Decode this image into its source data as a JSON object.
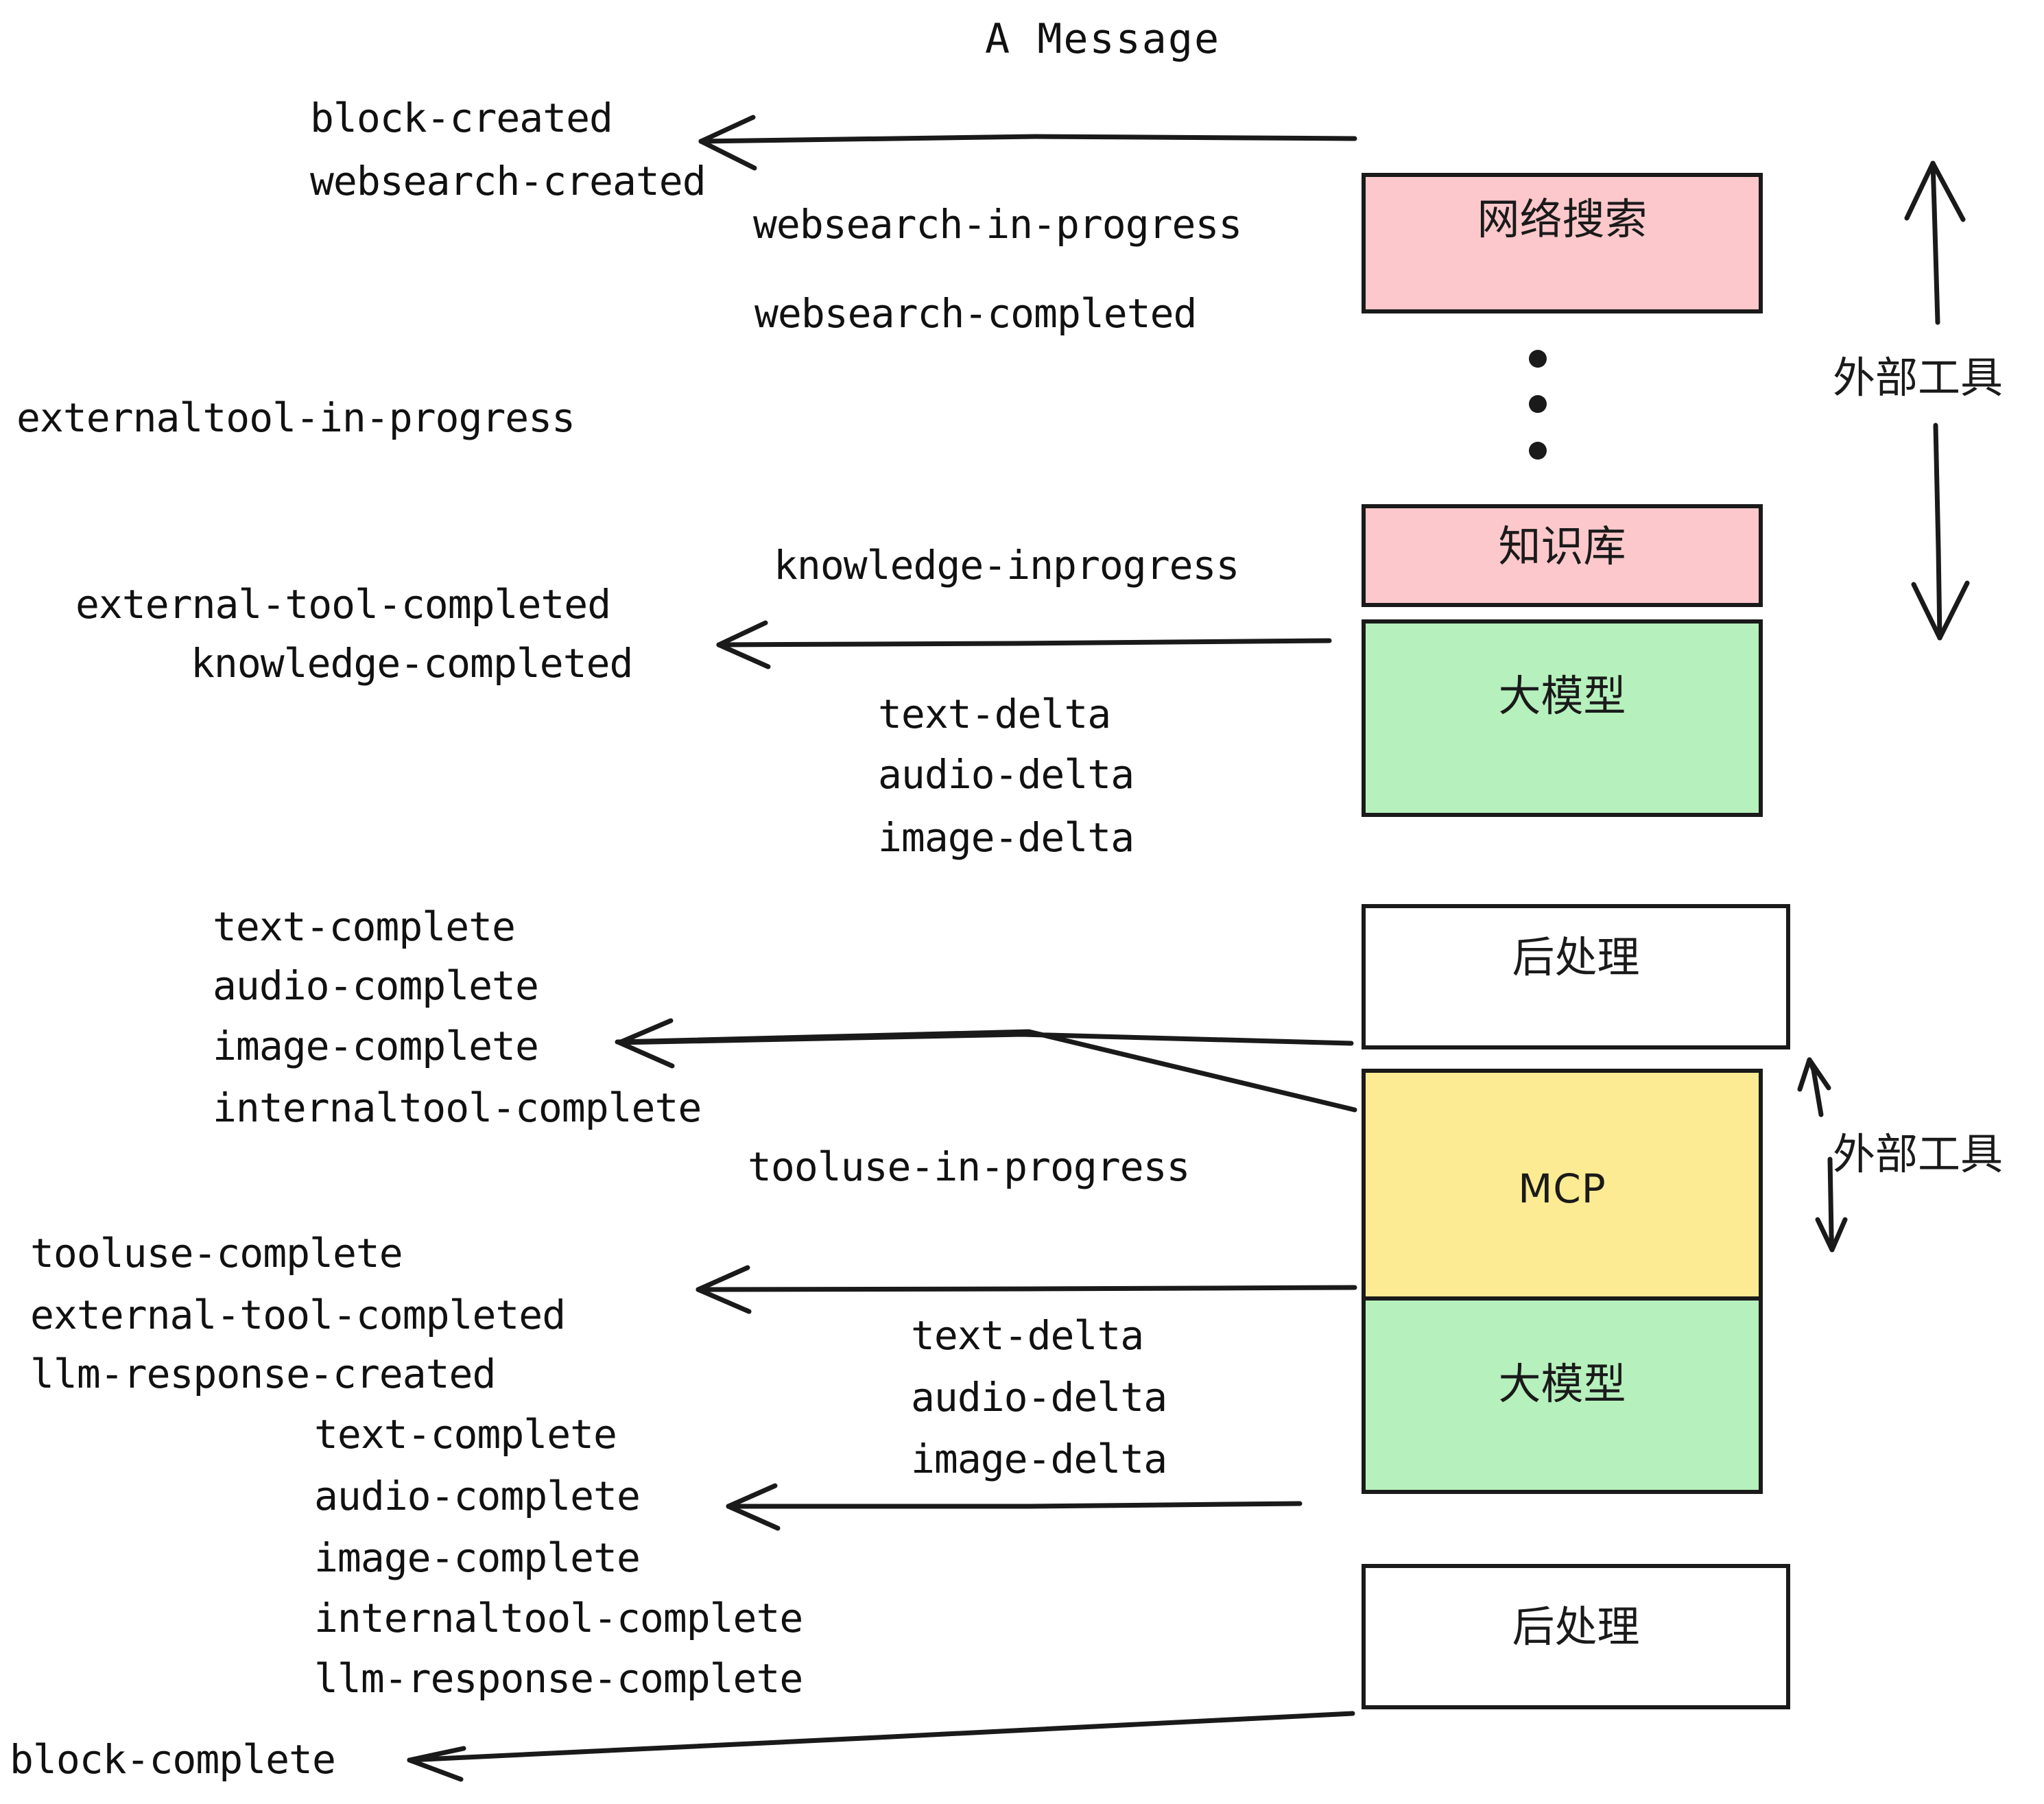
{
  "diagram": {
    "title": "A Message",
    "palette": {
      "pink": "#FCC8CB",
      "green": "#B6F0BC",
      "yellow": "#FCEB92",
      "white": "#FFFFFF",
      "stroke": "#1A1A1A"
    },
    "boxes": [
      {
        "id": "websearch",
        "label": "网络搜索",
        "fill": "#FCC8CB",
        "script": "cjk"
      },
      {
        "id": "knowledge",
        "label": "知识库",
        "fill": "#FCC8CB",
        "script": "cjk"
      },
      {
        "id": "llm-1",
        "label": "大模型",
        "fill": "#B6F0BC",
        "script": "cjk"
      },
      {
        "id": "postprocess-1",
        "label": "后处理",
        "fill": "#FFFFFF",
        "script": "cjk"
      },
      {
        "id": "mcp",
        "label": "MCP",
        "fill": "#FCEB92",
        "script": "latin"
      },
      {
        "id": "llm-2",
        "label": "大模型",
        "fill": "#B6F0BC",
        "script": "cjk"
      },
      {
        "id": "postprocess-2",
        "label": "后处理",
        "fill": "#FFFFFF",
        "script": "cjk"
      }
    ],
    "external_tool_labels": [
      {
        "id": "ext-top",
        "label": "外部工具"
      },
      {
        "id": "ext-bottom",
        "label": "外部工具"
      }
    ],
    "events": [
      {
        "id": "e01",
        "text": "block-created"
      },
      {
        "id": "e02",
        "text": "websearch-created"
      },
      {
        "id": "e03",
        "text": "websearch-in-progress"
      },
      {
        "id": "e04",
        "text": "websearch-completed"
      },
      {
        "id": "e05",
        "text": "externaltool-in-progress"
      },
      {
        "id": "e06",
        "text": "knowledge-inprogress"
      },
      {
        "id": "e07",
        "text": "external-tool-completed"
      },
      {
        "id": "e08",
        "text": "knowledge-completed"
      },
      {
        "id": "e09",
        "text": "text-delta"
      },
      {
        "id": "e10",
        "text": "audio-delta"
      },
      {
        "id": "e11",
        "text": "image-delta"
      },
      {
        "id": "e12",
        "text": "text-complete"
      },
      {
        "id": "e13",
        "text": "audio-complete"
      },
      {
        "id": "e14",
        "text": "image-complete"
      },
      {
        "id": "e15",
        "text": "internaltool-complete"
      },
      {
        "id": "e16",
        "text": "tooluse-in-progress"
      },
      {
        "id": "e17",
        "text": "tooluse-complete"
      },
      {
        "id": "e18",
        "text": "external-tool-completed"
      },
      {
        "id": "e19",
        "text": "llm-response-created"
      },
      {
        "id": "e20",
        "text": "text-complete"
      },
      {
        "id": "e21",
        "text": "audio-complete"
      },
      {
        "id": "e22",
        "text": "image-complete"
      },
      {
        "id": "e23",
        "text": "internaltool-complete"
      },
      {
        "id": "e24",
        "text": "llm-response-complete"
      },
      {
        "id": "e25",
        "text": "text-delta"
      },
      {
        "id": "e26",
        "text": "audio-delta"
      },
      {
        "id": "e27",
        "text": "image-delta"
      },
      {
        "id": "e28",
        "text": "block-complete"
      }
    ]
  }
}
